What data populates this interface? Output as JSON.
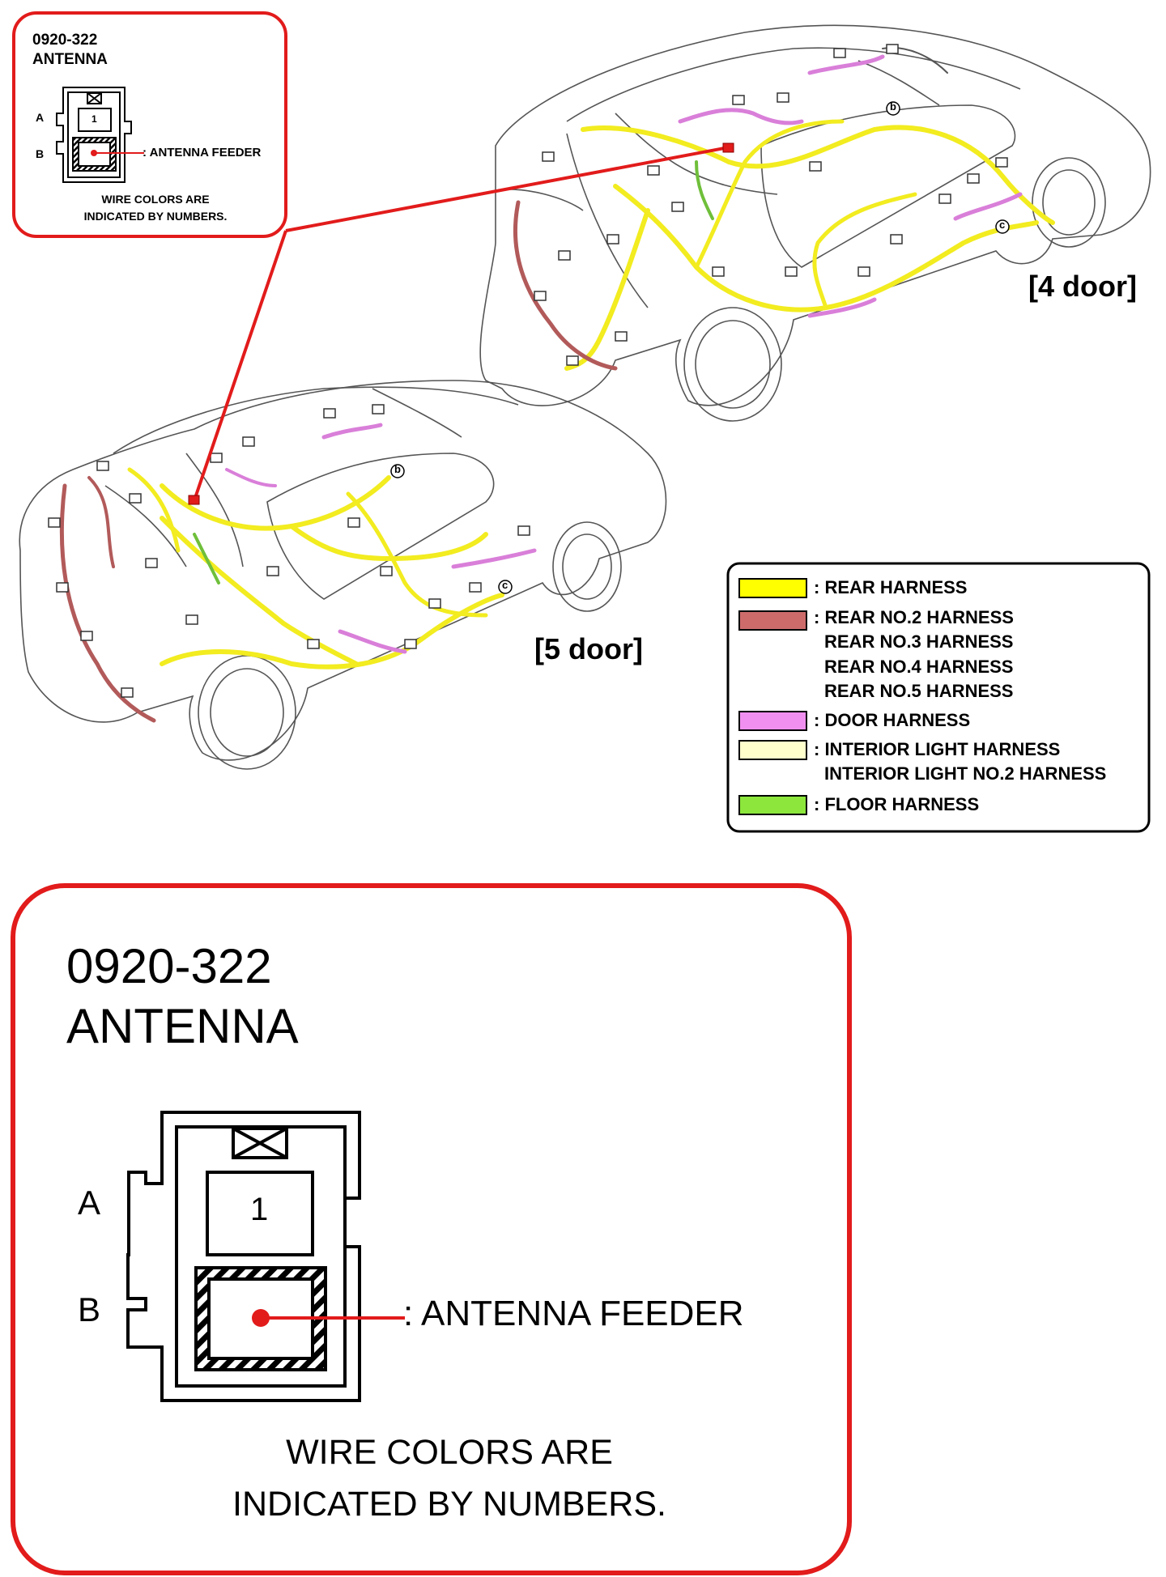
{
  "connector": {
    "code": "0920-322",
    "name": "ANTENNA",
    "pin_number": "1",
    "position_labels": [
      "A",
      "B"
    ],
    "feeder_label": ": ANTENNA FEEDER",
    "note_line1": "WIRE COLORS ARE",
    "note_line2": "INDICATED BY NUMBERS."
  },
  "vehicles": {
    "four_door": "[4 door]",
    "five_door": "[5 door]",
    "callouts": [
      "b",
      "c"
    ]
  },
  "legend": [
    {
      "color": "#ffff00",
      "lines": [
        ": REAR HARNESS"
      ]
    },
    {
      "color": "#cd6b6b",
      "lines": [
        ": REAR NO.2 HARNESS",
        "REAR NO.3 HARNESS",
        "REAR NO.4 HARNESS",
        "REAR NO.5 HARNESS"
      ]
    },
    {
      "color": "#f08ff0",
      "lines": [
        ": DOOR HARNESS"
      ]
    },
    {
      "color": "#ffffcc",
      "lines": [
        ": INTERIOR LIGHT HARNESS",
        "INTERIOR LIGHT NO.2 HARNESS"
      ]
    },
    {
      "color": "#8ce63c",
      "lines": [
        ": FLOOR HARNESS"
      ]
    }
  ],
  "colors": {
    "callout_border": "#e21b1b",
    "rear": "#f2ec20",
    "rear_no2": "#b25a5a",
    "door": "#d97fd9",
    "floor": "#6fbf3a",
    "outline": "#555555"
  }
}
